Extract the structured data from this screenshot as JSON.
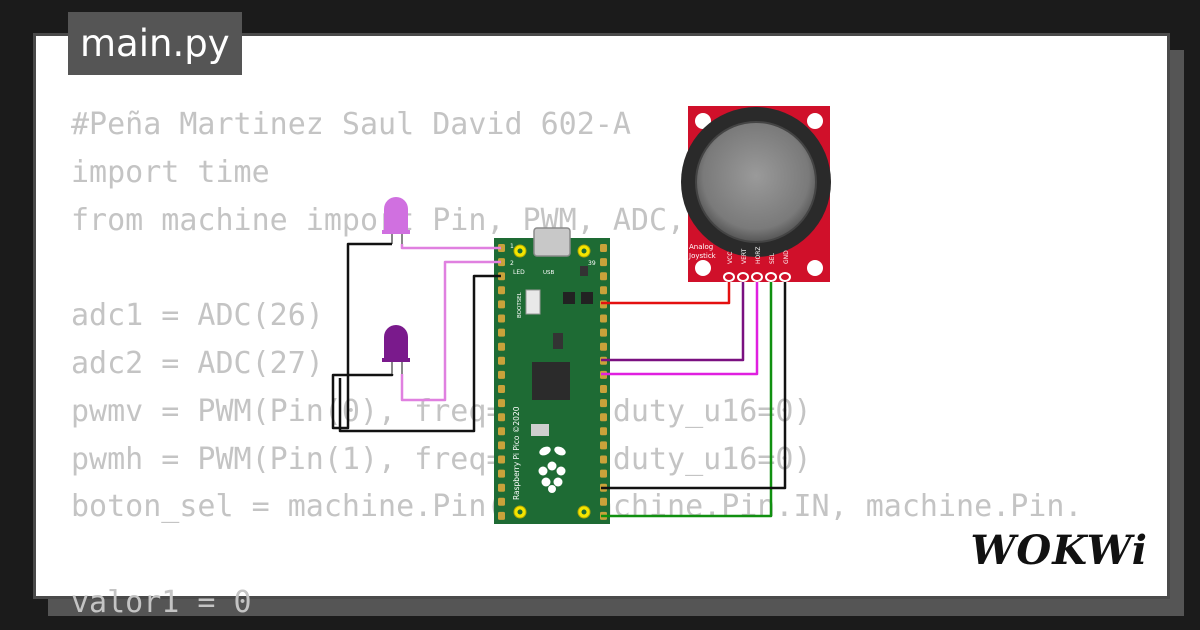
{
  "tab": {
    "filename": "main.py"
  },
  "code_lines": [
    "#Peña Martinez Saul David 602-A",
    "import time",
    "from machine import Pin, PWM, ADC, Pin",
    "",
    "adc1 = ADC(26)",
    "adc2 = ADC(27)",
    "pwmv = PWM(Pin(0), freq=1000, duty_u16=0)",
    "pwmh = PWM(Pin(1), freq=1000, duty_u16=0)",
    "boton_sel = machine.Pin(16, machine.Pin.IN, machine.Pin.",
    "",
    "valor1 = 0"
  ],
  "board": {
    "name_label": "Raspberry Pi Pico ©2020",
    "usb_label": "USB",
    "led_label": "LED",
    "bootsel_label": "BOOTSEL",
    "pin1_label": "1",
    "pin2_label": "2",
    "pin39_label": "39"
  },
  "joystick": {
    "title_line1": "Analog",
    "title_line2": "Joystick",
    "pin_labels": [
      "VCC",
      "VERT",
      "HORZ",
      "SEL",
      "GND"
    ]
  },
  "leds": {
    "top_color": "#d070e0",
    "bottom_color": "#7a1a8c"
  },
  "wire_colors": {
    "red": "#e41010",
    "purple": "#7a1080",
    "magenta": "#e020e0",
    "green": "#109010",
    "black": "#111111",
    "pink": "#e080e0"
  },
  "branding": {
    "logo_text": "WOKWi"
  }
}
